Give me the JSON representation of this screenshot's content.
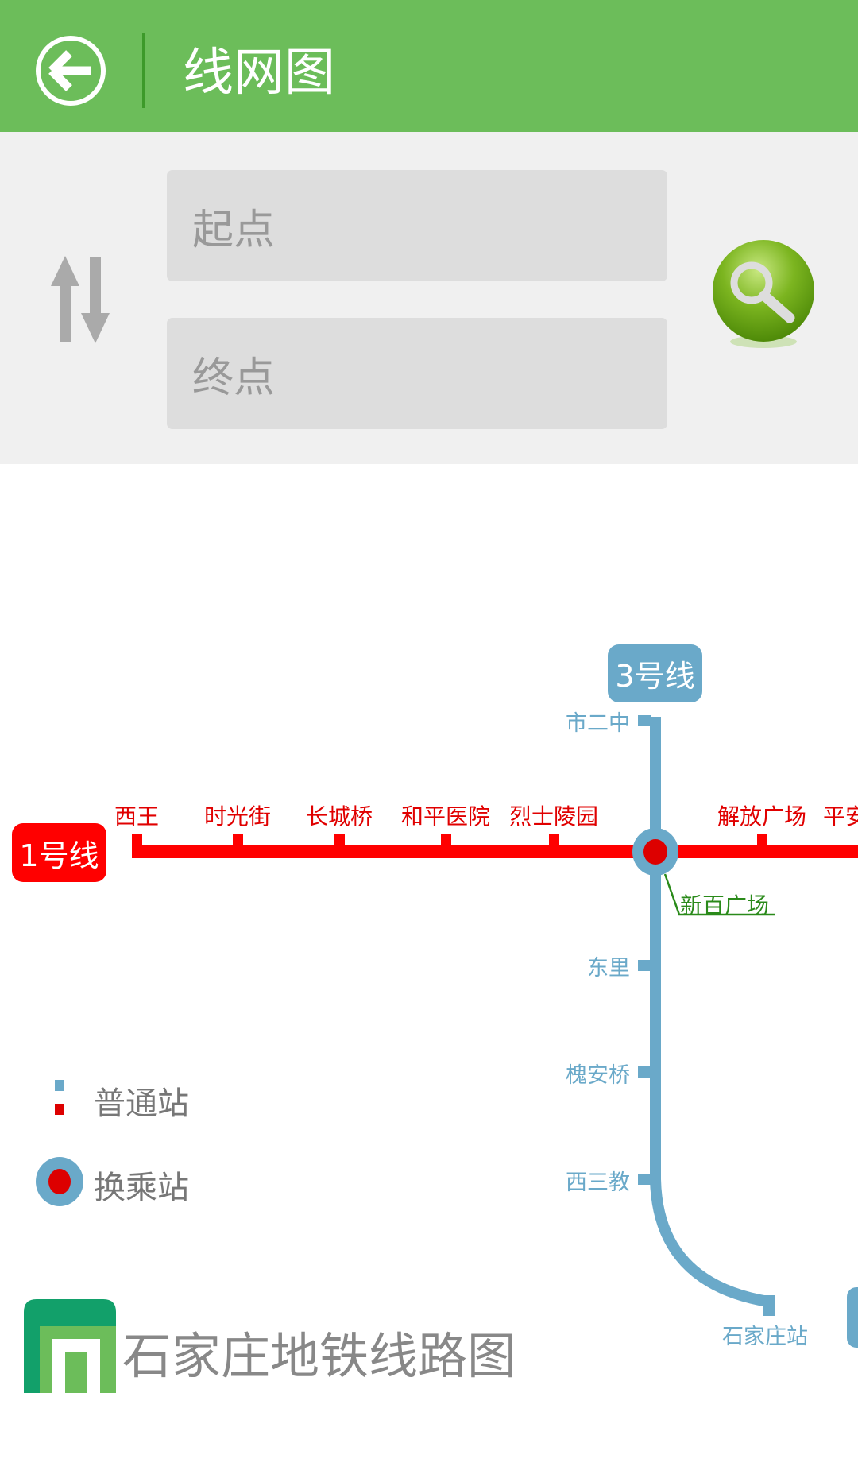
{
  "header": {
    "title": "线网图",
    "back_icon": "back-arrow-circle-icon"
  },
  "route_form": {
    "start_placeholder": "起点",
    "end_placeholder": "终点",
    "swap_icon": "swap-arrows-icon",
    "search_icon": "search-magnifier-icon"
  },
  "map": {
    "line1": {
      "label": "1号线",
      "color": "#ff0000",
      "stations": [
        "西王",
        "时光街",
        "长城桥",
        "和平医院",
        "烈士陵园",
        "解放广场",
        "平安"
      ]
    },
    "line3": {
      "label": "3号线",
      "color": "#6aa9c9",
      "stations": [
        "市二中",
        "东里",
        "槐安桥",
        "西三教",
        "石家庄站"
      ]
    },
    "interchange": {
      "label": "新百广场",
      "color": "#2a8a1a"
    }
  },
  "legend": {
    "normal": "普通站",
    "transfer": "换乘站"
  },
  "brand": {
    "title": "石家庄地铁线路图"
  }
}
